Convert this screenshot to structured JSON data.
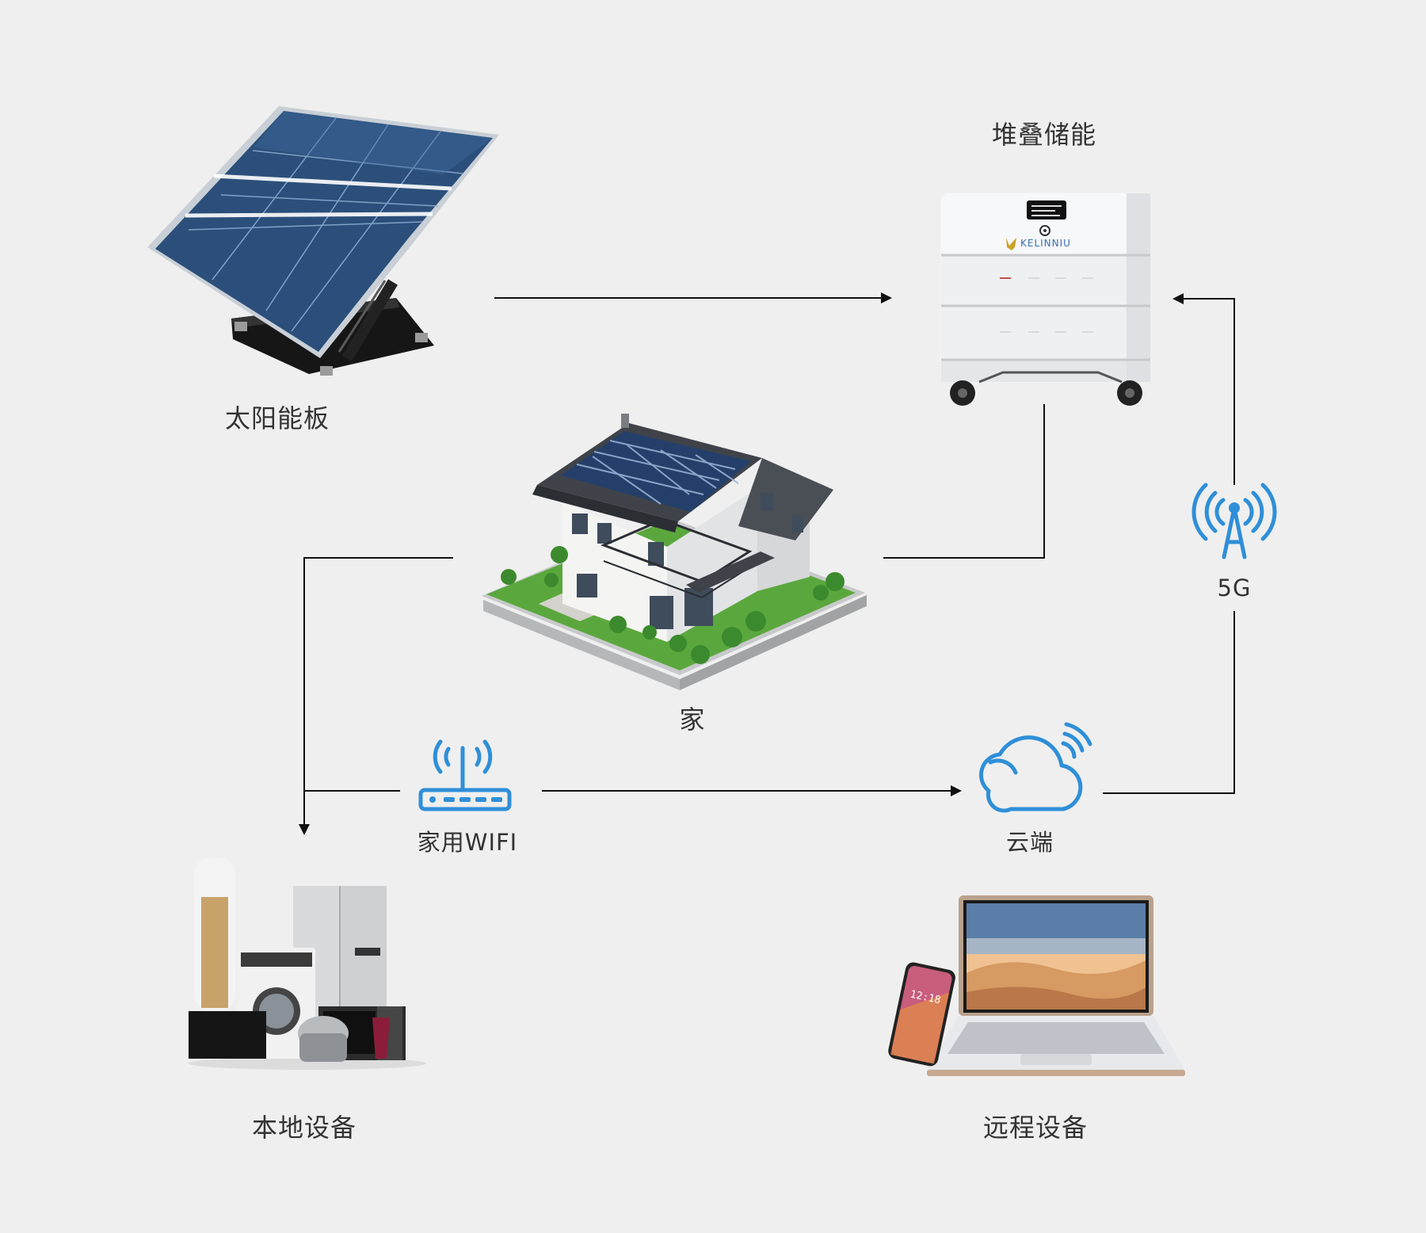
{
  "nodes": {
    "solar": {
      "label": "太阳能板"
    },
    "storage": {
      "label": "堆叠储能",
      "brand": "KELINNIU"
    },
    "home": {
      "label": "家"
    },
    "wifi": {
      "label": "家用WIFI"
    },
    "cloud": {
      "label": "云端"
    },
    "tower": {
      "label": "5G"
    },
    "local": {
      "label": "本地设备"
    },
    "remote": {
      "label": "远程设备",
      "phone_time": "12:18"
    }
  },
  "edges": [
    {
      "from": "solar",
      "to": "storage"
    },
    {
      "from": "storage",
      "to": "home"
    },
    {
      "from": "home",
      "to": "local"
    },
    {
      "from": "wifi",
      "to": "cloud"
    },
    {
      "from": "cloud",
      "to": "tower"
    },
    {
      "from": "tower",
      "to": "storage"
    }
  ],
  "colors": {
    "background": "#efefef",
    "line": "#111111",
    "icon_blue": "#2f8fd8",
    "text": "#333333"
  }
}
